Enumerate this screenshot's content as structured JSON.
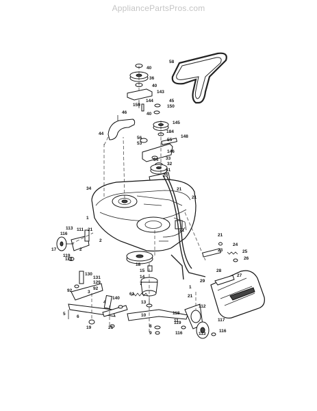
{
  "watermark": "AppliancePartsPros.com",
  "labels": [
    "58",
    "40",
    "36",
    "40",
    "143",
    "144",
    "45",
    "150",
    "159",
    "40",
    "46",
    "44",
    "145",
    "184",
    "55",
    "148",
    "56",
    "53",
    "146",
    "33",
    "54",
    "32",
    "31",
    "20",
    "21",
    "34",
    "21",
    "1",
    "21",
    "2",
    "113",
    "111",
    "21",
    "116",
    "17",
    "119",
    "118",
    "2",
    "18",
    "15",
    "14",
    "7",
    "61",
    "13",
    "130",
    "131",
    "92",
    "129",
    "92",
    "3",
    "140",
    "4",
    "5",
    "6",
    "19",
    "21",
    "10",
    "11",
    "8",
    "9",
    "118",
    "112",
    "119",
    "116",
    "117",
    "113",
    "116",
    "21",
    "23",
    "24",
    "25",
    "26",
    "27",
    "28",
    "29",
    "1",
    "21"
  ]
}
